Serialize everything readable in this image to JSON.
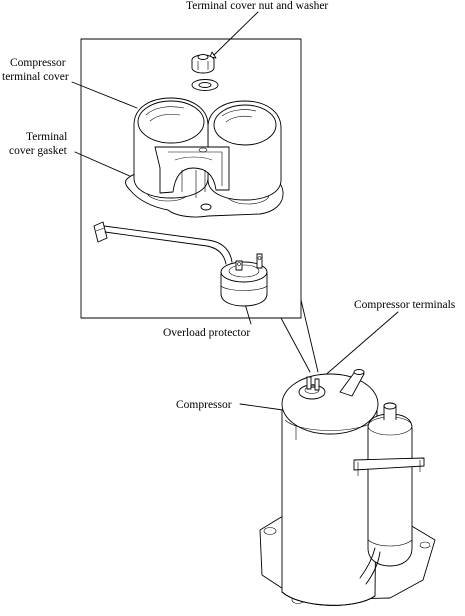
{
  "labels": {
    "nut_washer": "Terminal cover nut and washer",
    "cover_l1": "Compressor",
    "cover_l2": "terminal cover",
    "gasket_l1": "Terminal",
    "gasket_l2": "cover gasket",
    "overload": "Overload protector",
    "terminals": "Compressor terminals",
    "compressor": "Compressor"
  }
}
